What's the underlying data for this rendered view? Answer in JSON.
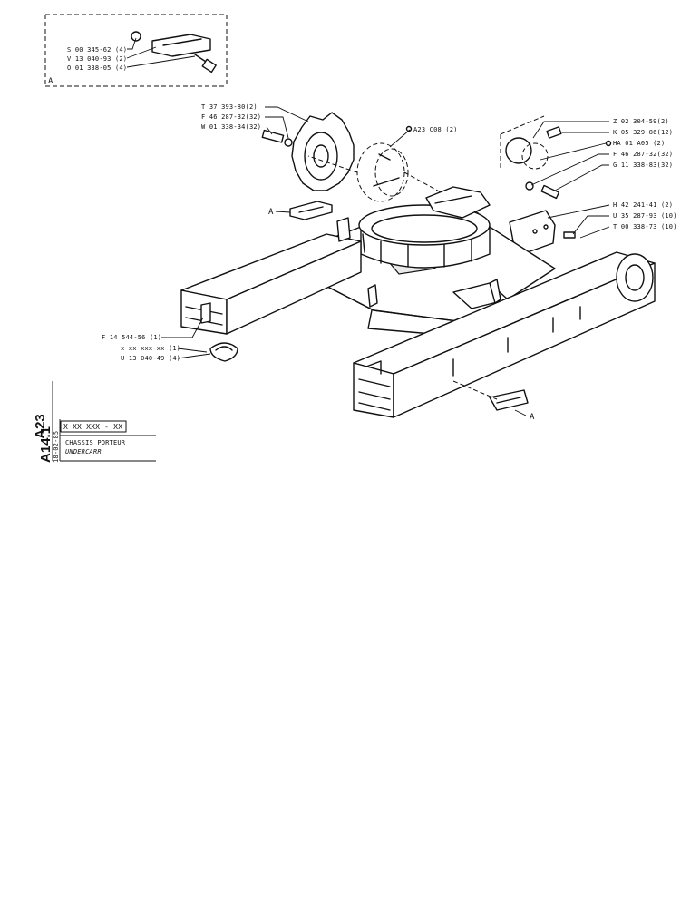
{
  "detail_box": {
    "letter": "A",
    "callouts": [
      {
        "text": "S 00 345-62 (4)"
      },
      {
        "text": "V 13 040-93 (2)"
      },
      {
        "text": "O 01 338-05 (4)"
      }
    ]
  },
  "callouts_top_left": [
    {
      "text": "T 37 393-80(2)"
    },
    {
      "text": "F 46 287-32(32)"
    },
    {
      "text": "W 01 338-34(32)"
    }
  ],
  "callout_motor": {
    "text": "A23 C08 (2)"
  },
  "callouts_right": [
    {
      "text": "Z 02 304-59(2)"
    },
    {
      "text": "K 05 329-86(12)"
    },
    {
      "text": "HA 01 A05 (2)"
    },
    {
      "text": "F 46 287-32(32)"
    },
    {
      "text": "G 11 338-83(32)"
    },
    {
      "text": "H 42 241-41 (2)"
    },
    {
      "text": "U 35 287-93 (10)"
    },
    {
      "text": "T 00 338-73 (10)"
    }
  ],
  "callouts_left": [
    {
      "text": "F 14 544-56 (1)"
    },
    {
      "text": "x xx xxx-xx (1)"
    },
    {
      "text": "U 13 040-49 (4)"
    }
  ],
  "ref_A_left": "A",
  "ref_A_right": "A",
  "title_block": {
    "page_code_1": "A23",
    "page_code_2": "A14.1",
    "date": "18-02-85",
    "part_number": "X XX XXX - XX",
    "title_fr": "CHASSIS PORTEUR",
    "title_en": "UNDERCARR"
  }
}
